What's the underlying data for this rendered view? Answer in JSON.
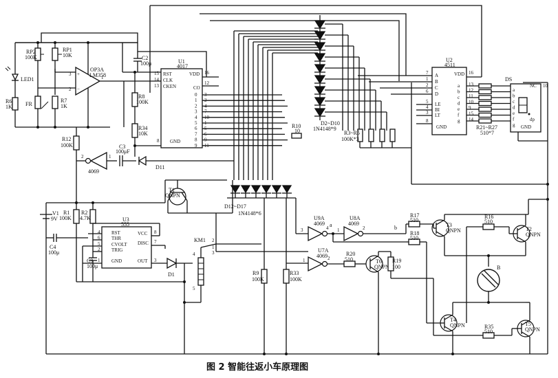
{
  "caption": "图 2  智能往返小车原理图",
  "components": {
    "rp2": "RP2",
    "rp2_val": "100K",
    "rp1": "RP1",
    "rp1_val": "10K",
    "led1": "LED1",
    "fr": "FR",
    "r6": "R6",
    "r6_val": "1K",
    "r7": "R7",
    "r7_val": "1K",
    "op3a": "OP3A",
    "op3a_type": "LM358",
    "c2": "C2",
    "c2_val": "100μ",
    "r8": "R8",
    "r8_val": "100K",
    "r34": "R34",
    "r34_val": "10K",
    "u1": "U1",
    "u1_type": "4017",
    "u1_pins": [
      "RST",
      "CLK",
      "CKEN",
      "VDD",
      "CO",
      "GND"
    ],
    "u1_outputs": [
      "0",
      "1",
      "2",
      "3",
      "4",
      "5",
      "6",
      "7",
      "8",
      "9"
    ],
    "u1_pin_numbers": [
      "15",
      "14",
      "13",
      "16",
      "12",
      "8",
      "3",
      "2",
      "4",
      "7",
      "10",
      "1",
      "5",
      "6",
      "9",
      "11"
    ],
    "r12": "R12",
    "r12_val": "100K",
    "u2_inv": "4069",
    "c3": "C3",
    "c3_val": "100μF",
    "d11": "D11",
    "t1": "T1",
    "t1_type": "QNPN",
    "v1": "V1",
    "v1_val": "9V",
    "r1": "R1",
    "r1_val": "100K",
    "r2": "R2",
    "r2_val": "4.7K",
    "u3": "U3",
    "u3_type": "555",
    "u3_pins": [
      "RST",
      "THR",
      "CVOLT",
      "TRIG",
      "GND",
      "VCC",
      "DISC",
      "OUT"
    ],
    "c4": "C4",
    "c4_val": "100μ",
    "c9": "C9",
    "c9_val": "100μ",
    "d1": "D1",
    "km1": "KM1",
    "d2_d10": "D2~D10",
    "d2_d10_type": "1N4148*9",
    "d12_d17": "D12~D17",
    "d12_d17_type": "1N4148*6",
    "r10": "R10",
    "r10_val": "10",
    "r3_r5": "R3~R5",
    "r3_r5_val": "100K*3",
    "u2": "U2",
    "u2_type": "4511",
    "u2_pins": [
      "A",
      "B",
      "C",
      "D",
      "LE",
      "BI",
      "LT",
      "VDD",
      "GND"
    ],
    "u2_outs": [
      "a",
      "b",
      "c",
      "d",
      "e",
      "f",
      "g"
    ],
    "r21_r27": "R21~R27",
    "r21_r27_val": "510*7",
    "ds": "DS",
    "ds_nc": "NC",
    "ds_gnd": "GND",
    "ds_dp": "dp",
    "seg_letters": [
      "a",
      "b",
      "c",
      "d",
      "e",
      "f",
      "g"
    ],
    "u9a": "U9A",
    "u9a_type": "4069",
    "u8a": "U8A",
    "u8a_type": "4069",
    "u7a": "U7A",
    "u7a_type": "4069",
    "r17": "R17",
    "r17_val": "510",
    "r18": "R18",
    "r18_val": "510",
    "r16": "R16",
    "r16_val": "510",
    "r20": "R20",
    "r20_val": "510",
    "r19": "R19",
    "r19_val": "100",
    "r35": "R35",
    "r35_val": "510",
    "r9": "R9",
    "r9_val": "100K",
    "r33": "R33",
    "r33_val": "100K",
    "t2": "T2",
    "t3": "T3",
    "t4": "T4",
    "t5": "T5",
    "t6": "T6",
    "npn": "QNPN",
    "motor": "B",
    "node_a": "a",
    "node_b": "b"
  }
}
